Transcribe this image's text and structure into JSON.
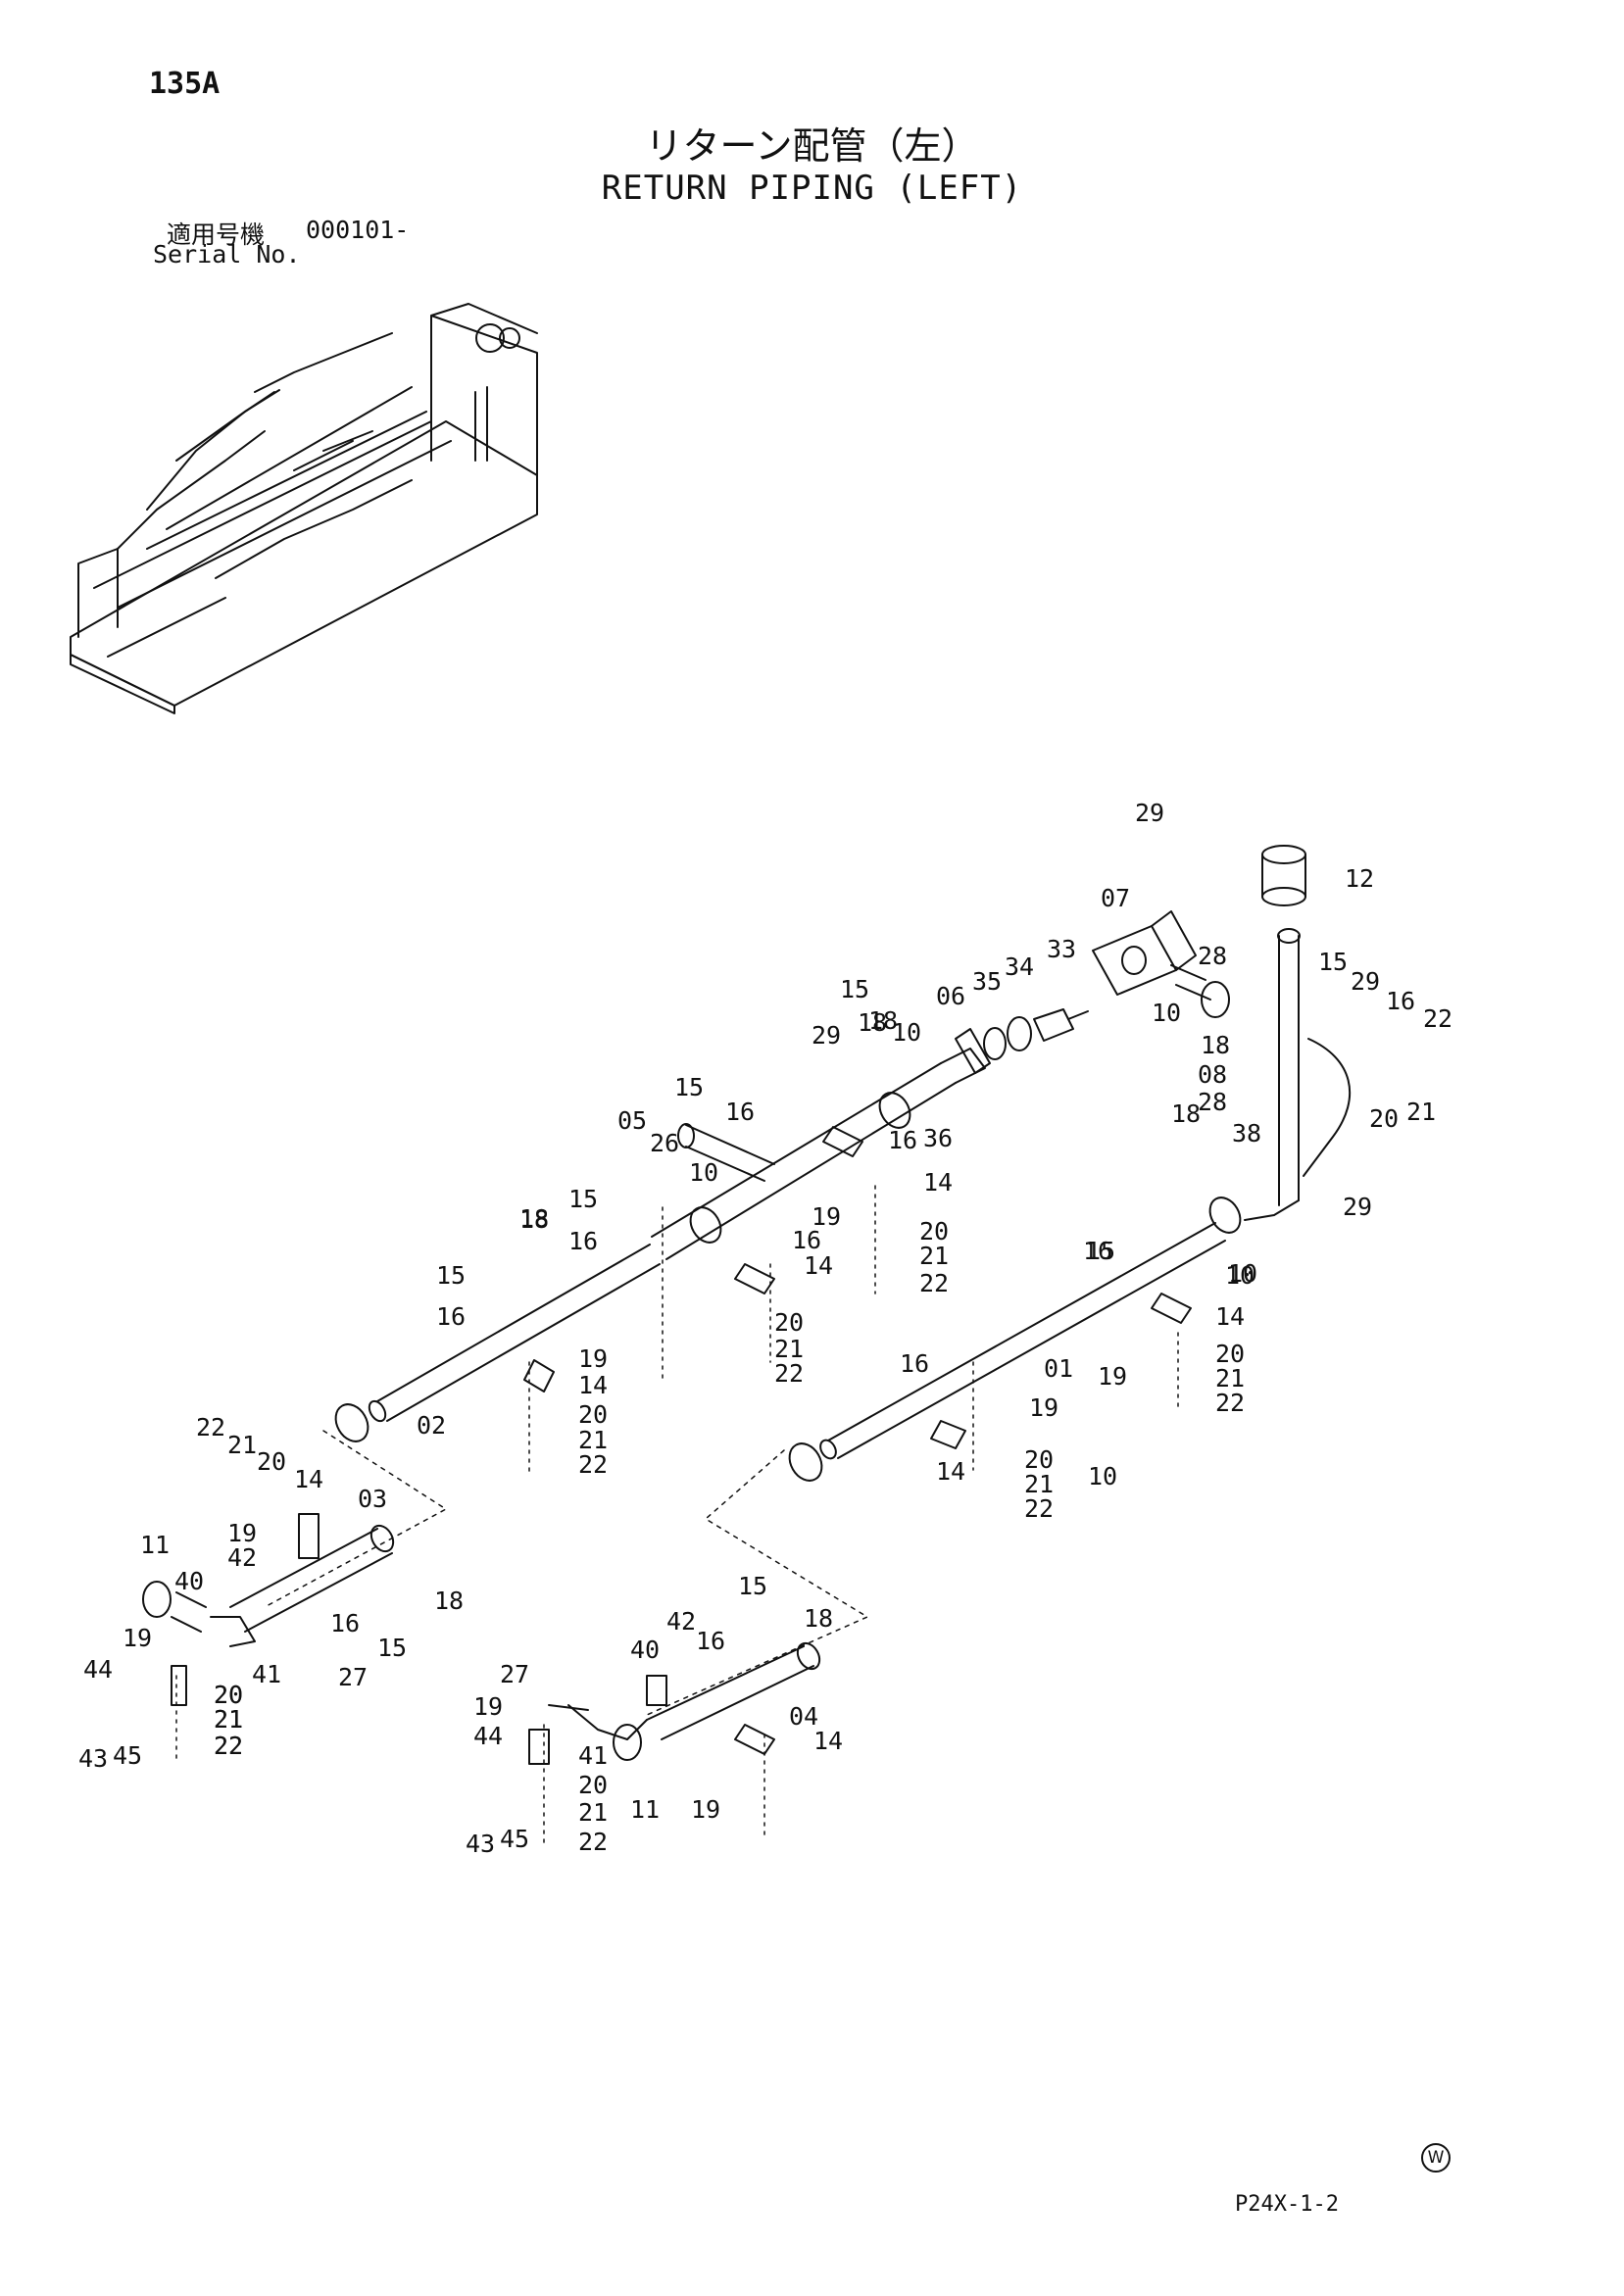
{
  "page_number": "135A",
  "title_jp": "リターン配管（左）",
  "title_en": "RETURN PIPING (LEFT)",
  "serial": {
    "label_jp": "適用号機",
    "number": "000101-",
    "label_en": "Serial No."
  },
  "figure_code": "P24X-1-2",
  "corner_mark": "W",
  "callouts": [
    "29",
    "07",
    "12",
    "34",
    "33",
    "35",
    "06",
    "28",
    "15",
    "29",
    "16",
    "22",
    "10",
    "15",
    "18",
    "29",
    "18",
    "10",
    "18",
    "08",
    "28",
    "21",
    "20",
    "15",
    "05",
    "16",
    "26",
    "36",
    "38",
    "29",
    "16",
    "14",
    "10",
    "19",
    "16",
    "20",
    "21",
    "22",
    "15",
    "16",
    "18",
    "14",
    "18",
    "10",
    "15",
    "20",
    "21",
    "22",
    "16",
    "14",
    "15",
    "18",
    "16",
    "01",
    "19",
    "20",
    "21",
    "22",
    "19",
    "14",
    "16",
    "10",
    "02",
    "20",
    "21",
    "22",
    "20",
    "21",
    "22",
    "19",
    "14",
    "22",
    "21",
    "20",
    "14",
    "03",
    "20",
    "21",
    "22",
    "11",
    "19",
    "42",
    "40",
    "18",
    "16",
    "15",
    "27",
    "19",
    "44",
    "20",
    "21",
    "22",
    "43",
    "45",
    "15",
    "18",
    "16",
    "42",
    "40",
    "04",
    "27",
    "14",
    "19",
    "44",
    "41",
    "20",
    "21",
    "11",
    "19",
    "22",
    "43",
    "45",
    "41",
    "10"
  ]
}
